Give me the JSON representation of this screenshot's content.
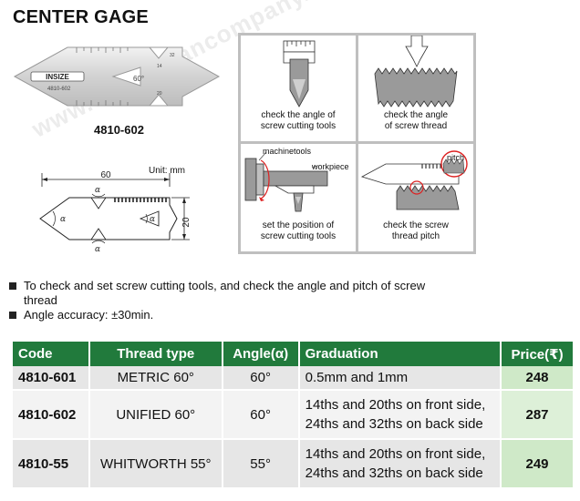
{
  "page_title": "CENTER GAGE",
  "watermark": "www.e-chandancompany.com",
  "product_image": {
    "brand_logo": "INSIZE",
    "engraved_code": "4810-602",
    "engraved_angle": "60°",
    "engraved_32": "32",
    "engraved_14": "14",
    "engraved_20": "20"
  },
  "model_label": "4810-602",
  "drawing": {
    "unit": "Unit: mm",
    "length": "60",
    "height": "20",
    "alpha": "α"
  },
  "illustrations": [
    {
      "caption_line1": "check the angle of",
      "caption_line2": "screw cutting tools"
    },
    {
      "caption_line1": "check the angle",
      "caption_line2": "of screw thread"
    },
    {
      "caption_line1": "set the position of",
      "caption_line2": "screw cutting tools",
      "label_machinetools": "machinetools",
      "label_workpiece": "workpiece"
    },
    {
      "caption_line1": "check the screw",
      "caption_line2": "thread pitch",
      "label_pitch": "pitch"
    }
  ],
  "bullets": [
    {
      "line1": "To check and set screw cutting tools, and check the angle and pitch of screw",
      "line2": "thread"
    },
    {
      "line1": "Angle accuracy: ±30min."
    }
  ],
  "table": {
    "headers": {
      "code": "Code",
      "thread_type": "Thread type",
      "angle": "Angle(α)",
      "graduation": "Graduation",
      "price": "Price(₹)"
    },
    "rows": [
      {
        "code": "4810-601",
        "thread_type": "METRIC 60°",
        "angle": "60°",
        "graduation_line1": "0.5mm and 1mm",
        "graduation_line2": "",
        "price": "248"
      },
      {
        "code": "4810-602",
        "thread_type": "UNIFIED 60°",
        "angle": "60°",
        "graduation_line1": "14ths and 20ths on front side,",
        "graduation_line2": "24ths and 32ths on back side",
        "price": "287"
      },
      {
        "code": "4810-55",
        "thread_type": "WHITWORTH 55°",
        "angle": "55°",
        "graduation_line1": "14ths and 20ths on front side,",
        "graduation_line2": "24ths and 32ths on back side",
        "price": "249"
      }
    ]
  },
  "colors": {
    "header_green": "#217a3c",
    "price_green": "#cfe9c8"
  }
}
